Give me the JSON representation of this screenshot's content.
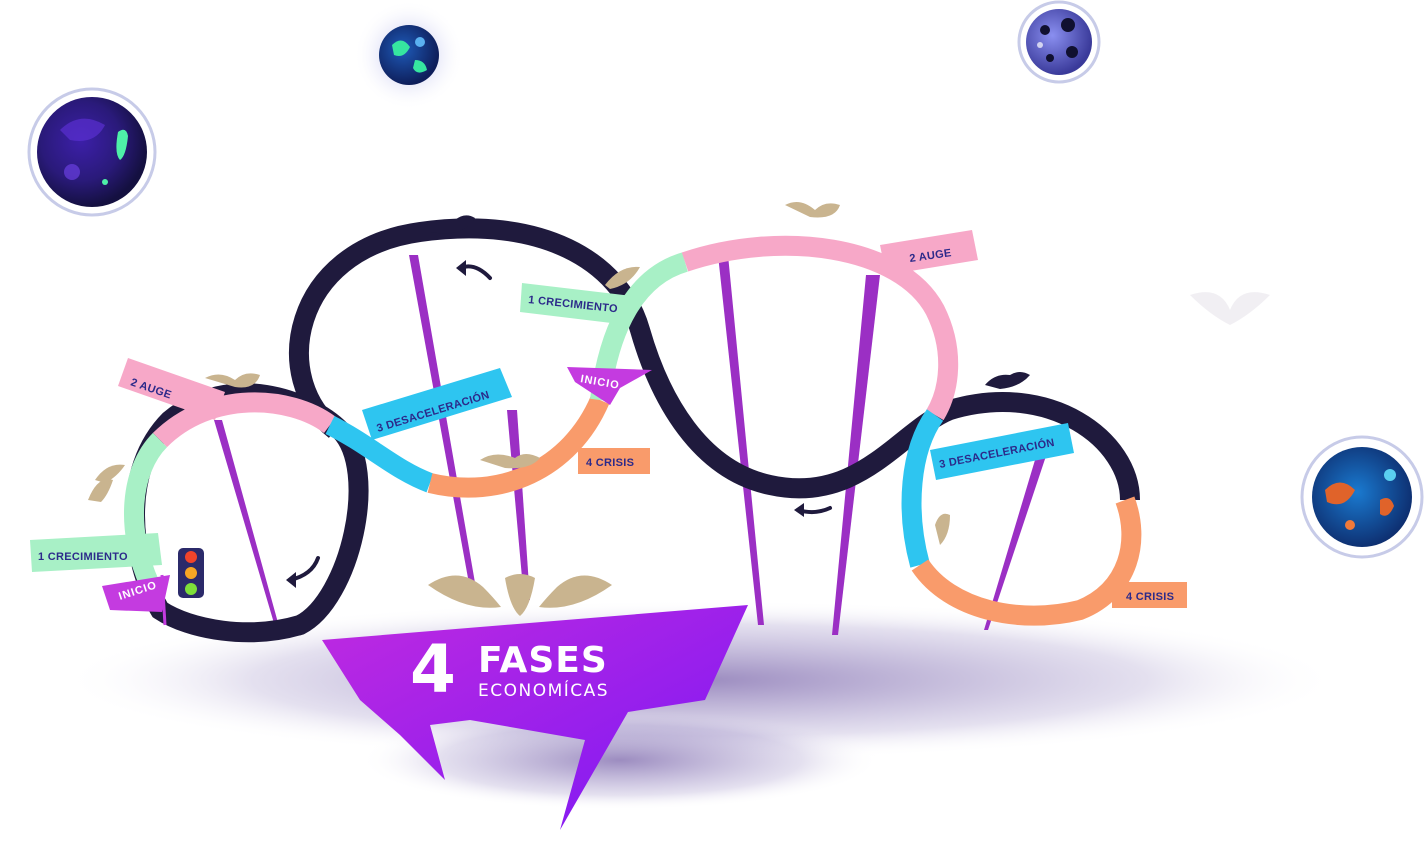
{
  "title": {
    "number": "4",
    "main": "FASES",
    "sub": "ECONOMÍCAS"
  },
  "left_cycle": {
    "phases": [
      {
        "label": "1 CRECIMIENTO",
        "color": "#a8f0c6"
      },
      {
        "label": "2 AUGE",
        "color": "#f7a8c8"
      },
      {
        "label": "3 DESACELERACIÓN",
        "color": "#2ec5f0"
      },
      {
        "label": "4 CRISIS",
        "color": "#f99b6b"
      }
    ],
    "start_label": "INICIO"
  },
  "right_cycle": {
    "phases": [
      {
        "label": "1 CRECIMIENTO",
        "color": "#a8f0c6"
      },
      {
        "label": "2 AUGE",
        "color": "#f7a8c8"
      },
      {
        "label": "3 DESACELERACIÓN",
        "color": "#2ec5f0"
      },
      {
        "label": "4 CRISIS",
        "color": "#f99b6b"
      }
    ],
    "start_label": "INICIO"
  },
  "colors": {
    "track": "#1f1a3d",
    "pole": "#9b2fc4",
    "banner": "#9a1fe8",
    "label_text": "#2c2a8a",
    "eagle": "#c9b48f"
  },
  "icons": [
    "planet-icon",
    "eagle-icon",
    "traffic-light-icon",
    "arrow-icon"
  ]
}
